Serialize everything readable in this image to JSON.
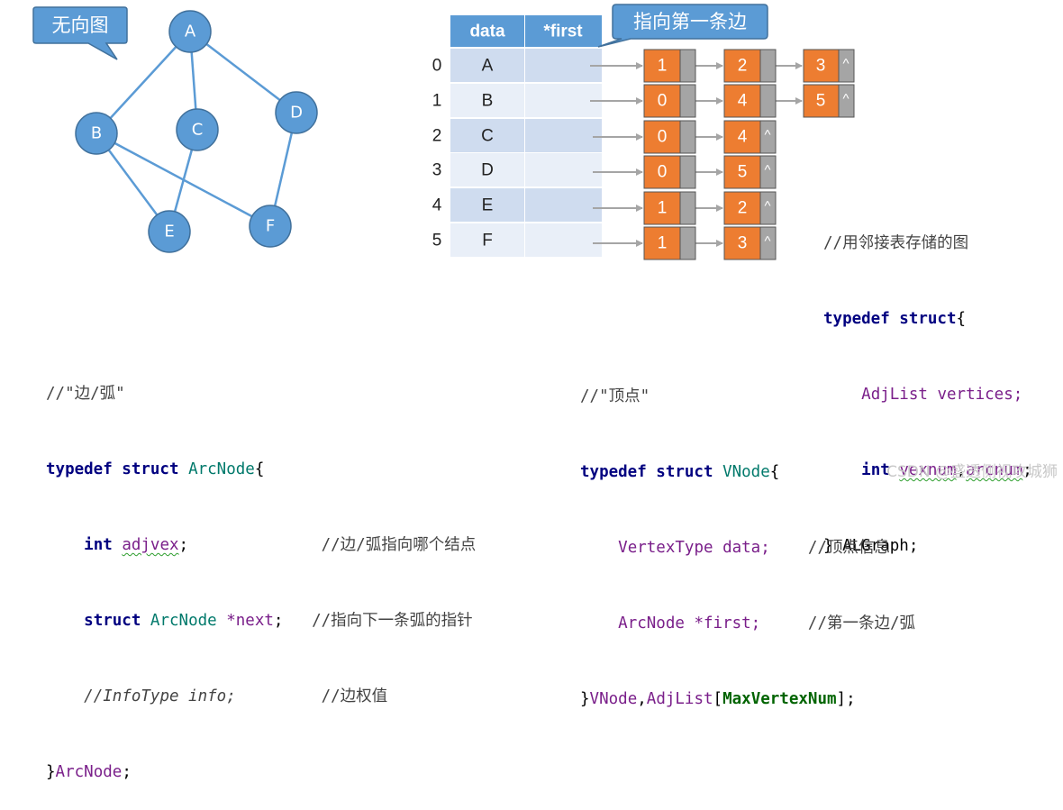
{
  "graph": {
    "callout": "无向图",
    "vertices": [
      "A",
      "B",
      "C",
      "D",
      "E",
      "F"
    ]
  },
  "table": {
    "headers": [
      "data",
      "*first"
    ],
    "callout": "指向第一条边",
    "rows": [
      {
        "index": "0",
        "data": "A",
        "chain": [
          "1",
          "2",
          "3"
        ]
      },
      {
        "index": "1",
        "data": "B",
        "chain": [
          "0",
          "4",
          "5"
        ]
      },
      {
        "index": "2",
        "data": "C",
        "chain": [
          "0",
          "4"
        ]
      },
      {
        "index": "3",
        "data": "D",
        "chain": [
          "0",
          "5"
        ]
      },
      {
        "index": "4",
        "data": "E",
        "chain": [
          "1",
          "2"
        ]
      },
      {
        "index": "5",
        "data": "F",
        "chain": [
          "1",
          "3"
        ]
      }
    ],
    "null_symbol": "^"
  },
  "code_algraph": {
    "l1": "//用邻接表存储的图",
    "l2_kw": "typedef struct",
    "l2_rest": "{",
    "l3_type": "AdjList",
    "l3_var": "vertices;",
    "l4_kw": "int",
    "l4_var1": "vexnum",
    "l4_sep": ",",
    "l4_var2": "arcnum",
    "l4_end": ";",
    "l5": "} ALGraph;"
  },
  "code_arcnode": {
    "l1": "//\"边/弧\"",
    "l2_kw": "typedef struct",
    "l2_name": "ArcNode",
    "l2_end": "{",
    "l3_kw": "int",
    "l3_var": "adjvex",
    "l3_end": ";",
    "l3_cm": "//边/弧指向哪个结点",
    "l4_kw": "struct",
    "l4_type": "ArcNode",
    "l4_var": "*next",
    "l4_end": ";",
    "l4_cm": "//指向下一条弧的指针",
    "l5_cm1": "//InfoType info;",
    "l5_cm2": "//边权值",
    "l6_end": "}",
    "l6_name": "ArcNode",
    "l6_semi": ";"
  },
  "code_vnode": {
    "l1": "//\"顶点\"",
    "l2_kw": "typedef struct",
    "l2_name": "VNode",
    "l2_end": "{",
    "l3_type": "VertexType",
    "l3_var": "data;",
    "l3_cm": "//顶点信息",
    "l4_type": "ArcNode",
    "l4_var": "*first;",
    "l4_cm": "//第一条边/弧",
    "l5_a": "}",
    "l5_b": "VNode",
    "l5_c": ",",
    "l5_d": "AdjList",
    "l5_e": "[",
    "l5_f": "MaxVertexNum",
    "l5_g": "];"
  },
  "watermark": "CSDN @盛透侧视攻城狮",
  "colors": {
    "vertex_fill": "#5b9bd5",
    "vertex_stroke": "#41719c",
    "edge": "#5b9bd5",
    "table_header": "#5b9bd5",
    "row_dark": "#cfdcef",
    "row_light": "#e9eff8",
    "node_orange": "#ed7d31",
    "node_gray": "#a5a5a5",
    "arrow": "#a5a5a5"
  }
}
